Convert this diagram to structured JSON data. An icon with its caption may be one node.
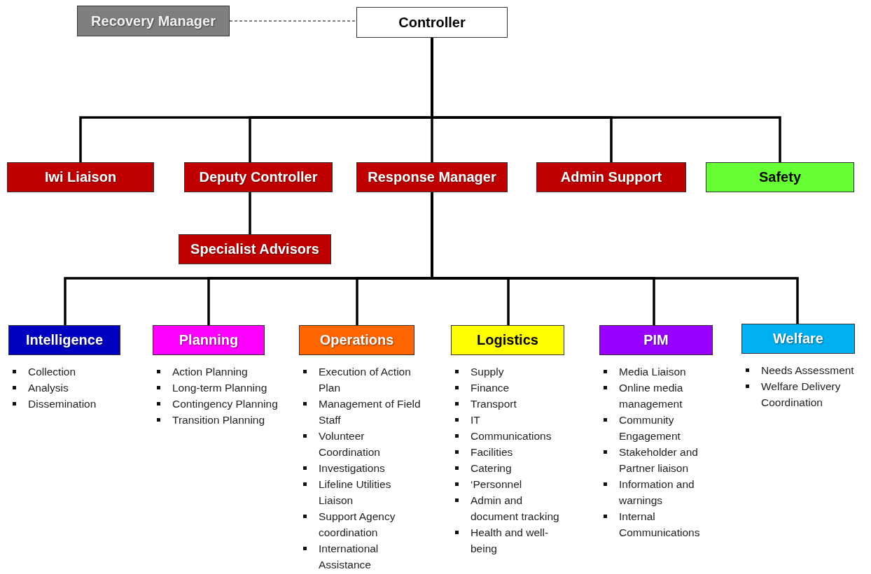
{
  "diagram": {
    "nodes": [
      {
        "text": [
          "Recovery Manager"
        ]
      },
      {
        "text": [
          "Controller"
        ]
      },
      {
        "text": [
          "Iwi Liaison"
        ]
      },
      {
        "text": [
          "Deputy Controller"
        ]
      },
      {
        "text": [
          "Response Manager"
        ]
      },
      {
        "text": [
          "Admin Support"
        ]
      },
      {
        "text": [
          "Safety"
        ]
      },
      {
        "text": [
          "Specialist Advisors"
        ]
      },
      {
        "text": [
          "Intelligence"
        ],
        "beside": [
          "Collection",
          "Analysis",
          "Dissemination"
        ]
      },
      {
        "text": [
          "Planning"
        ],
        "beside": [
          "Action Planning",
          "Long-term Planning",
          "Contingency Planning",
          "Transition Planning"
        ]
      },
      {
        "text": [
          "Operations"
        ],
        "beside": [
          "Execution of Action Plan",
          "Management of Field Staff",
          "Volunteer Coordination",
          "Investigations",
          "Lifeline Utilities Liaison",
          "Support Agency coordination",
          "International Assistance"
        ]
      },
      {
        "text": [
          "Logistics"
        ],
        "beside": [
          "Supply",
          "Finance",
          "Transport",
          "IT",
          "Communications",
          "Facilities",
          "Catering",
          "‘Personnel",
          "Admin and document tracking",
          "Health and well-being"
        ]
      },
      {
        "text": [
          "PIM"
        ],
        "beside": [
          "Media Liaison",
          "Online media management",
          "Community Engagement",
          "Stakeholder and Partner liaison",
          "Information and warnings",
          "Internal Communications"
        ]
      },
      {
        "text": [
          "Welfare"
        ],
        "beside": [
          "Needs Assessment",
          "Welfare Delivery Coordination"
        ]
      }
    ],
    "edges": [
      {
        "from": 0,
        "to": 1,
        "arrow": "none",
        "style": "dashed"
      },
      {
        "from": 1,
        "to": 2,
        "arrow": "none"
      },
      {
        "from": 1,
        "to": 3,
        "arrow": "none"
      },
      {
        "from": 1,
        "to": 4,
        "arrow": "none"
      },
      {
        "from": 1,
        "to": 5,
        "arrow": "none"
      },
      {
        "from": 1,
        "to": 6,
        "arrow": "none"
      },
      {
        "from": 3,
        "to": 7,
        "arrow": "none"
      },
      {
        "from": 4,
        "to": 8,
        "arrow": "none"
      },
      {
        "from": 4,
        "to": 9,
        "arrow": "none"
      },
      {
        "from": 4,
        "to": 10,
        "arrow": "none"
      },
      {
        "from": 4,
        "to": 11,
        "arrow": "none"
      },
      {
        "from": 4,
        "to": 12,
        "arrow": "none"
      },
      {
        "from": 4,
        "to": 13,
        "arrow": "none"
      }
    ]
  }
}
